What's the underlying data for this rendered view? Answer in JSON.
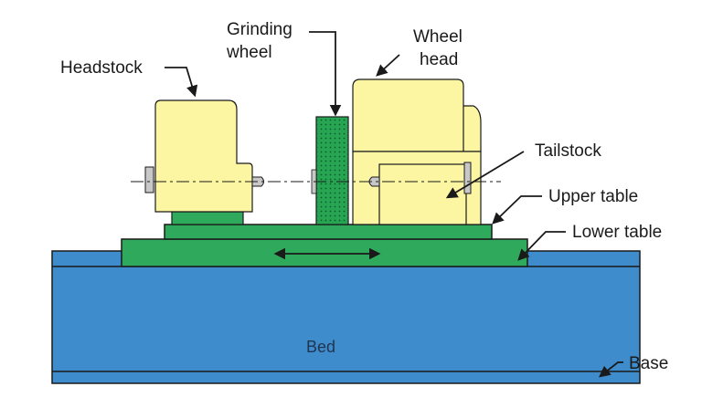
{
  "labels": {
    "grinding_wheel_line1": "Grinding",
    "grinding_wheel_line2": "wheel",
    "wheel_head_line1": "Wheel",
    "wheel_head_line2": "head",
    "headstock": "Headstock",
    "tailstock": "Tailstock",
    "upper_table": "Upper table",
    "lower_table": "Lower table",
    "bed": "Bed",
    "base": "Base"
  },
  "colors": {
    "bed": "#3f8ccd",
    "table": "#2faa5c",
    "machine_part": "#fcf5a2",
    "wheel": "#27a552",
    "outline": "#1a1a1a"
  },
  "icons": {
    "traverse_arrow": "double-headed-arrow-icon"
  }
}
